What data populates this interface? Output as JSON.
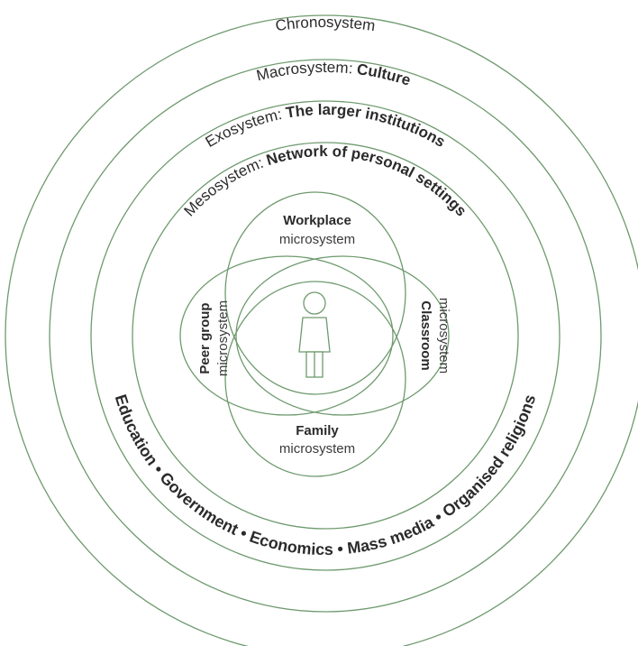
{
  "rings": {
    "chronosystem": {
      "name": "Chronosystem"
    },
    "macrosystem": {
      "name": "Macrosystem:",
      "detail": "Culture"
    },
    "exosystem": {
      "name": "Exosystem:",
      "detail": "The larger institutions"
    },
    "mesosystem": {
      "name": "Mesosystem:",
      "detail": "Network of personal settings"
    }
  },
  "microsystems": {
    "workplace": {
      "title": "Workplace",
      "sub": "microsystem"
    },
    "peer_group": {
      "title": "Peer group",
      "sub": "microsystem"
    },
    "classroom": {
      "title": "Classroom",
      "sub": "microsystem"
    },
    "family": {
      "title": "Family",
      "sub": "microsystem"
    }
  },
  "institutions": {
    "list": "Education • Government • Economics • Mass media • Organised religions"
  },
  "colors": {
    "stroke": "#6e9a6e",
    "text": "#2b2b2b"
  },
  "center_icon": "person-icon"
}
